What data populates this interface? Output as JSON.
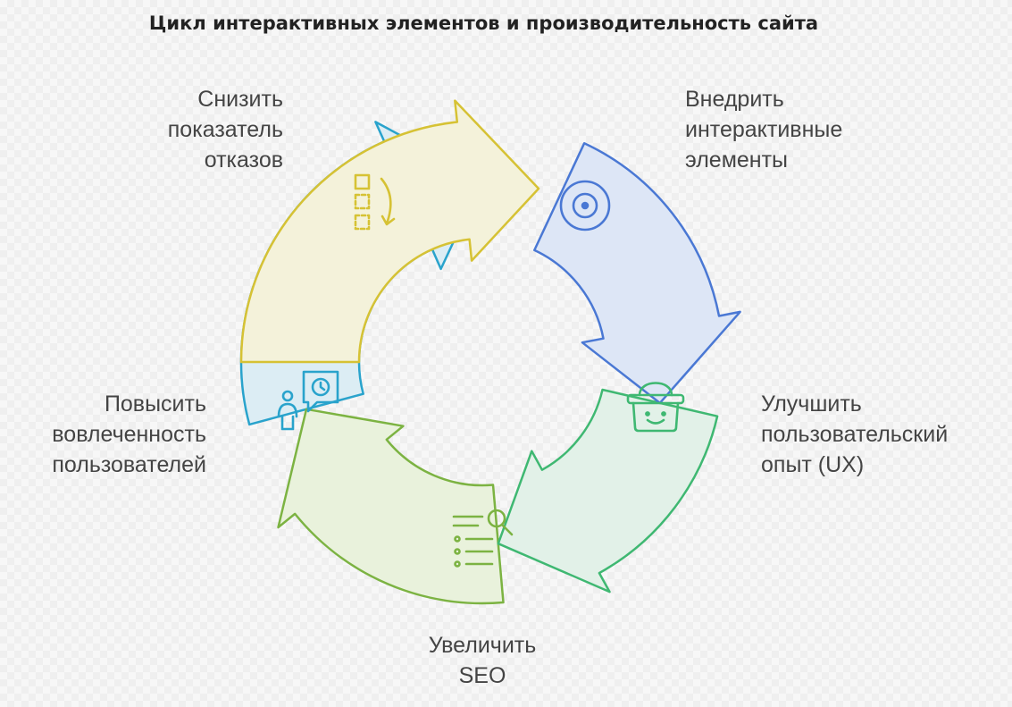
{
  "title": "Цикл интерактивных элементов и производительность сайта",
  "steps": [
    {
      "id": "implement",
      "lines": [
        "Внедрить",
        "интерактивные",
        "элементы"
      ],
      "icon": "target-icon",
      "fill": "#dde6f6",
      "stroke": "#4a78d4"
    },
    {
      "id": "ux",
      "lines": [
        "Улучшить",
        "пользовательский",
        "опыт (UX)"
      ],
      "icon": "smiling-basket-icon",
      "fill": "#e2f1e8",
      "stroke": "#3fb872"
    },
    {
      "id": "seo",
      "lines": [
        "Увеличить",
        "SEO"
      ],
      "icon": "search-list-icon",
      "fill": "#e9f2dc",
      "stroke": "#7cb342"
    },
    {
      "id": "engage",
      "lines": [
        "Повысить",
        "вовлеченность",
        "пользователей"
      ],
      "icon": "user-chat-clock-icon",
      "fill": "#dcedf4",
      "stroke": "#29a3cc"
    },
    {
      "id": "reduce",
      "lines": [
        "Снизить",
        "показатель",
        "отказов"
      ],
      "icon": "stacked-squares-arrow-icon",
      "fill": "#f4f2da",
      "stroke": "#d6c234"
    }
  ]
}
